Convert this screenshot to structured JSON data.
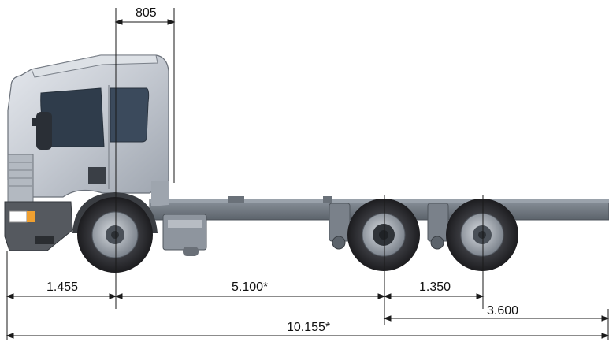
{
  "diagram": {
    "subject": "truck-chassis-side-view",
    "dimensions": {
      "cab_offset": "805",
      "front_overhang": "1.455",
      "wheelbase": "5.100*",
      "bogie_spacing": "1.350",
      "rear_overhang": "3.600",
      "overall_length": "10.155*"
    },
    "colors": {
      "cab": "#c9ced6",
      "chassis": "#6f7780",
      "tyre": "#2b2b2e",
      "rim": "#9aa1aa",
      "dimension_line": "#1a1a1a"
    }
  }
}
